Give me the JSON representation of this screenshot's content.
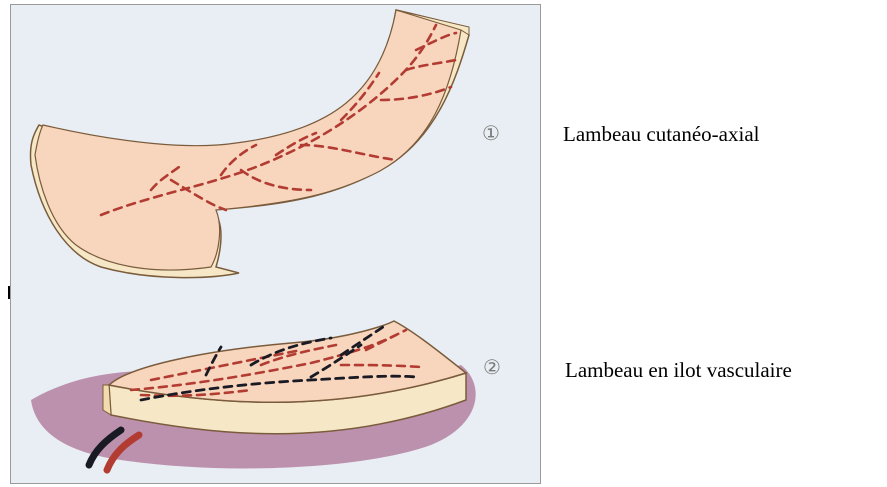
{
  "figure": {
    "items": [
      {
        "marker": "①",
        "caption": "Lambeau cutanéo-axial"
      },
      {
        "marker": "②",
        "caption": "Lambeau en ilot vasculaire"
      }
    ]
  },
  "colors": {
    "skin": "#f8d5bd",
    "edge": "#f6e8c6",
    "outline": "#7a5c3c",
    "vessel_red": "#b23b32",
    "vessel_black": "#1a1a24",
    "base_purple": "#b98ba9",
    "background": "#e8eef3"
  },
  "icons": {
    "marker_one": "circled-digit-one",
    "marker_two": "circled-digit-two"
  }
}
